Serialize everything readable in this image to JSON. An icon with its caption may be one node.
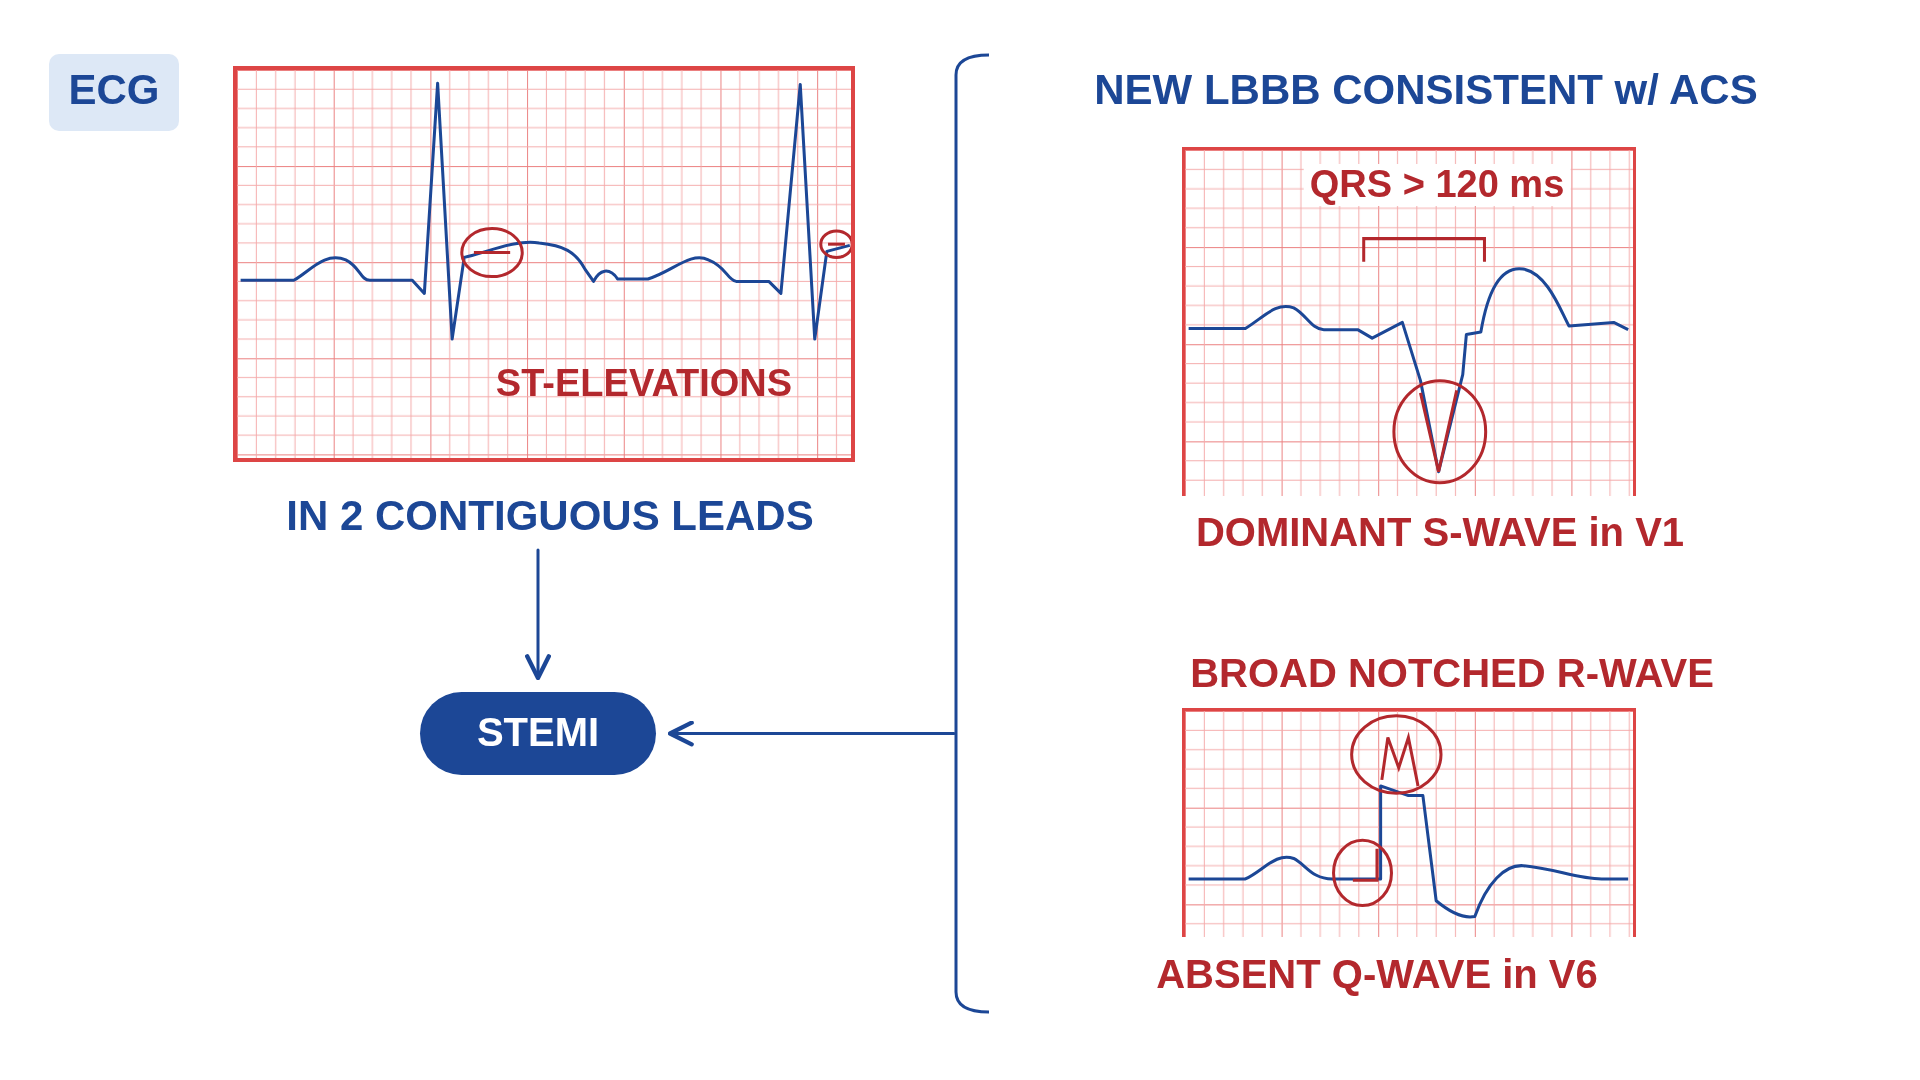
{
  "diagram": {
    "nodes": [
      {
        "text": [
          "ECG"
        ]
      },
      {
        "text": [
          "ST-ELEVATIONS"
        ]
      },
      {
        "text": [
          "IN 2 CONTIGUOUS LEADS"
        ]
      },
      {
        "text": [
          "STEMI"
        ]
      },
      {
        "text": [],
        "shape": "bracket"
      },
      {
        "text": [
          "QRS > 120 ms"
        ],
        "beside": [
          "DOMINANT S-WAVE in V1"
        ]
      },
      {
        "text": [],
        "shape": "box",
        "beside": [
          "BROAD NOTCHED R-WAVE",
          "ABSENT Q-WAVE in V6"
        ]
      }
    ],
    "edges": [
      {
        "from": 2,
        "to": 3,
        "arrow": "to"
      },
      {
        "from": 4,
        "to": 3,
        "arrow": "to"
      }
    ],
    "labels": [
      "NEW LBBB CONSISTENT w/ ACS"
    ]
  }
}
